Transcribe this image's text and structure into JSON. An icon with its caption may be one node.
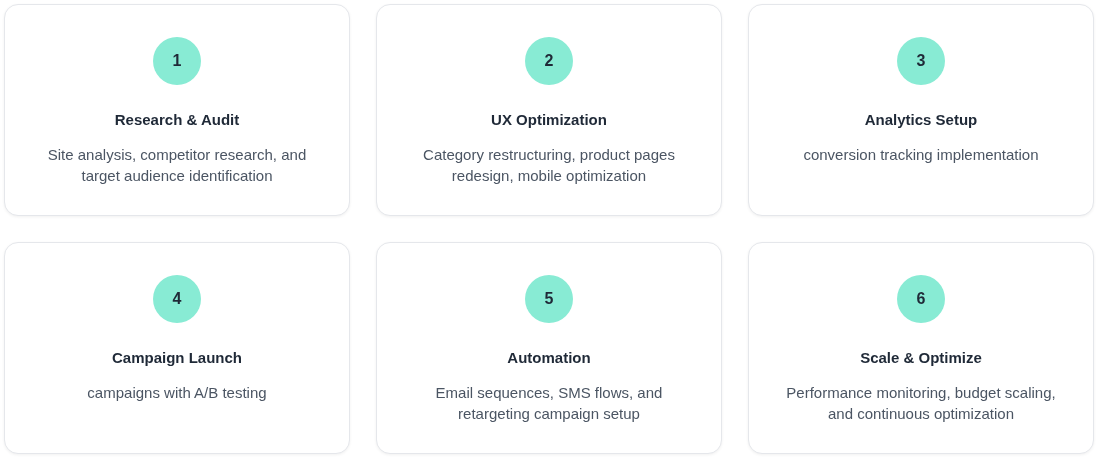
{
  "diagram": {
    "nodes": [
      {
        "text": [
          "Research & Audit",
          "Site analysis, competitor research, and target audience identification"
        ]
      },
      {
        "text": [
          "1"
        ],
        "in": 0
      },
      {
        "text": [
          "UX Optimization",
          "Category restructuring, product pages redesign, mobile optimization"
        ]
      },
      {
        "text": [
          "2"
        ],
        "in": 2
      },
      {
        "text": [
          "Analytics Setup",
          "conversion tracking implementation"
        ]
      },
      {
        "text": [
          "3"
        ],
        "in": 4
      },
      {
        "text": [
          "Campaign Launch",
          "campaigns with A/B testing"
        ]
      },
      {
        "text": [
          "4"
        ],
        "in": 6
      },
      {
        "text": [
          "Automation",
          "Email sequences, SMS flows, and retargeting campaign setup"
        ]
      },
      {
        "text": [
          "5"
        ],
        "in": 8
      },
      {
        "text": [
          "Scale & Optimize",
          "Performance monitoring, budget scaling, and continuous optimization"
        ]
      },
      {
        "text": [
          "6"
        ],
        "in": 10
      }
    ]
  }
}
